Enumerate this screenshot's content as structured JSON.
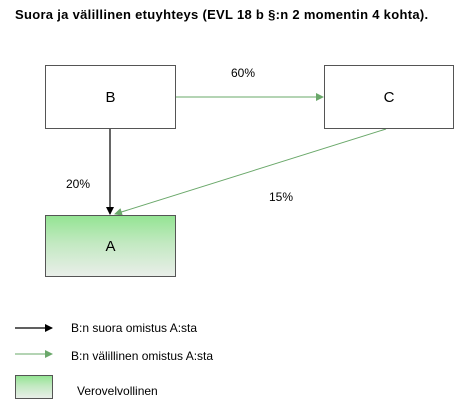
{
  "title": "Suora ja välillinen etuyhteys (EVL 18 b §:n 2 momentin 4 kohta).",
  "boxes": {
    "b": "B",
    "c": "C",
    "a": "A"
  },
  "edges": {
    "b_to_c": "60%",
    "b_to_a": "20%",
    "c_to_a": "15%"
  },
  "legend": {
    "direct": "B:n suora omistus A:sta",
    "indirect": "B:n välillinen omistus A:sta",
    "taxable": "Verovelvollinen"
  },
  "colors": {
    "direct_arrow": "#000000",
    "indirect_arrow": "#6aa86a",
    "taxable_fill": "#94e493"
  }
}
